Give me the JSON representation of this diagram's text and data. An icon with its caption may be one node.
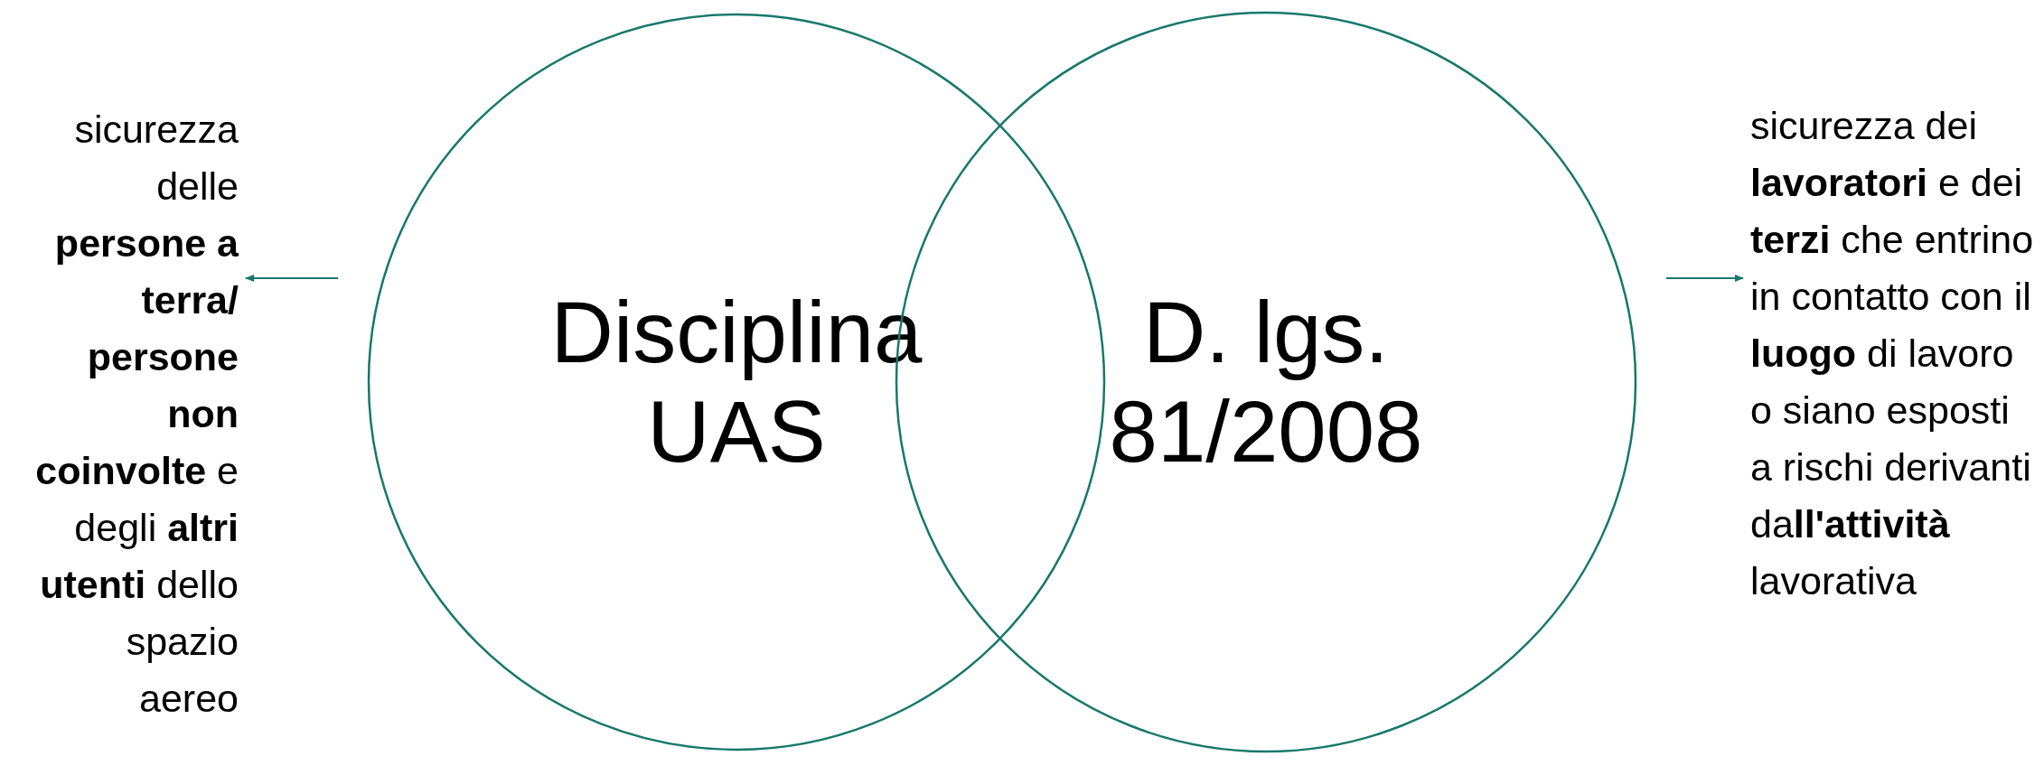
{
  "diagram": {
    "nodes": [
      {
        "text": [
          "sicurezza delle **persone a terra/ persone non coinvolte** e degli **altri utenti** dello spazio aereo"
        ]
      },
      {
        "text": [
          "Disciplina UAS"
        ]
      },
      {
        "text": [
          "D. lgs. 81/2008"
        ]
      },
      {
        "text": [
          "sicurezza dei **lavoratori** e dei **terzi** che entrino in contatto con il **luogo** di lavoro o siano esposti a rischi derivanti da**ll'attività** lavorativa"
        ]
      }
    ],
    "edges": [
      {
        "from": 1,
        "to": 0,
        "arrow": "to"
      },
      {
        "from": 2,
        "to": 3,
        "arrow": "to"
      }
    ]
  }
}
